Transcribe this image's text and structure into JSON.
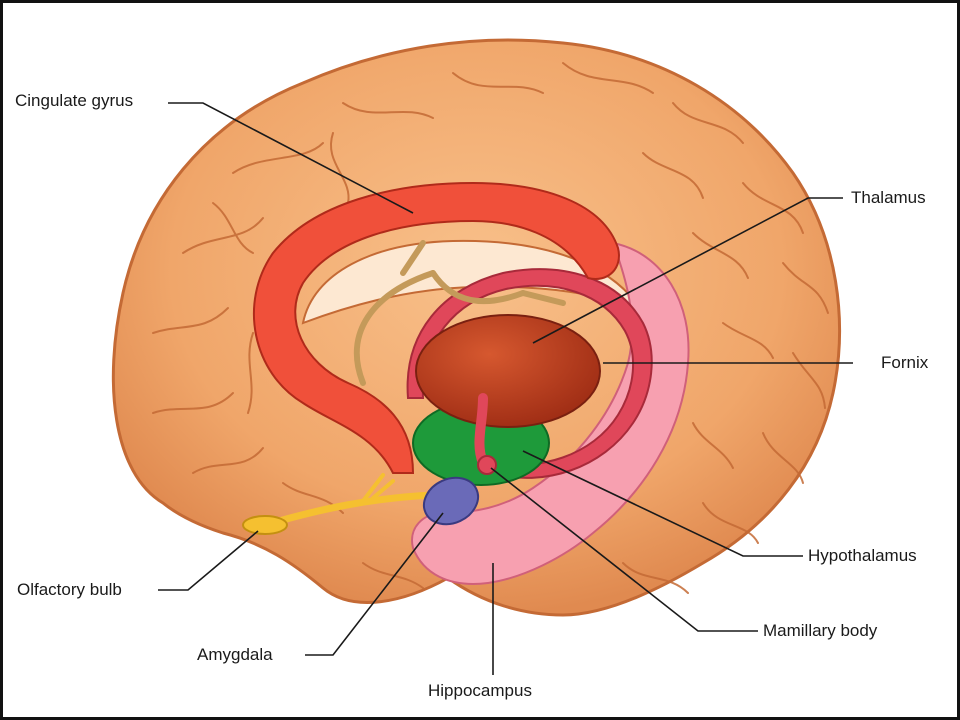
{
  "labels": {
    "cingulate_gyrus": "Cingulate gyrus",
    "thalamus": "Thalamus",
    "fornix": "Fornix",
    "hypothalamus": "Hypothalamus",
    "mamillary_body": "Mamillary body",
    "hippocampus": "Hippocampus",
    "amygdala": "Amygdala",
    "olfactory_bulb": "Olfactory bulb"
  },
  "colors": {
    "cortex": "#f0a66a",
    "cortex_outline": "#c46a35",
    "cingulate_gyrus": "#f0503a",
    "thalamus": "#b8361c",
    "fornix": "#e0475a",
    "hippocampus": "#f7a0b0",
    "hypothalamus": "#1e9a3a",
    "amygdala": "#6a6ab8",
    "olfactory_bulb": "#f5c030",
    "leader_line": "#1a1a1a"
  }
}
